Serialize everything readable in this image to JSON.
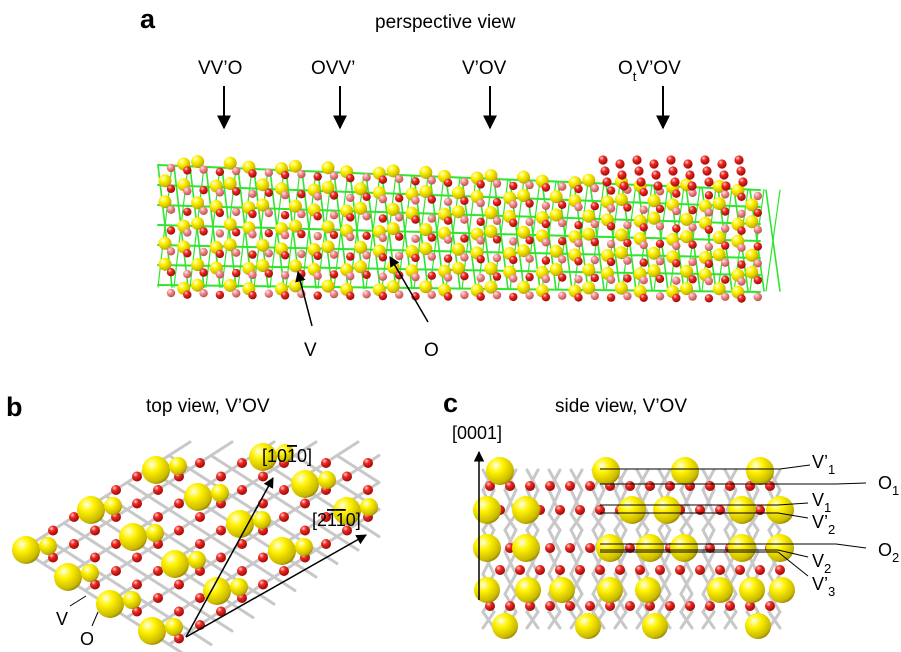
{
  "colors": {
    "vanadium": "#f2e200",
    "oxygen": "#e81a14",
    "bond_a": "#2ee62e",
    "bond_bc": "#c8c8c8",
    "text": "#000000"
  },
  "panel_a": {
    "letter": "a",
    "title": "perspective view",
    "sites": [
      {
        "base": "VV’O",
        "sub": "",
        "rest": ""
      },
      {
        "base": "OVV’",
        "sub": "",
        "rest": ""
      },
      {
        "base": "V’OV",
        "sub": "",
        "rest": ""
      },
      {
        "base": "O",
        "sub": "t",
        "rest": "V’OV"
      }
    ],
    "labels": {
      "v": "V",
      "o": "O"
    }
  },
  "panel_b": {
    "letter": "b",
    "title": "top view, V’OV",
    "dir1": {
      "pre": "[10",
      "bar": "1",
      "post": "0]"
    },
    "dir2": {
      "pre": "[2",
      "bar1": "1",
      "bar2": "1",
      "post": "0]"
    },
    "labels": {
      "v": "V",
      "o": "O"
    }
  },
  "panel_c": {
    "letter": "c",
    "title": "side view, V’OV",
    "axis": "[0001]",
    "layers": [
      {
        "base": "V’",
        "sub": "1"
      },
      {
        "base": "O",
        "sub": "1"
      },
      {
        "base": "V",
        "sub": "1"
      },
      {
        "base": "V’",
        "sub": "2"
      },
      {
        "base": "O",
        "sub": "2"
      },
      {
        "base": "V",
        "sub": "2"
      },
      {
        "base": "V’",
        "sub": "3"
      }
    ]
  }
}
